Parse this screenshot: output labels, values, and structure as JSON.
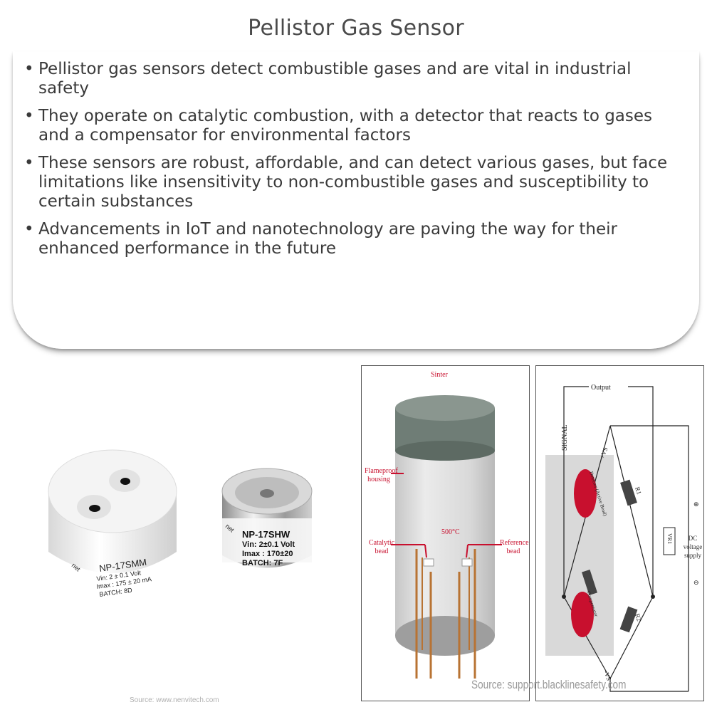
{
  "title": "Pellistor Gas Sensor",
  "bullets": [
    "Pellistor gas sensors detect combustible gases and are vital in industrial safety",
    "They operate on catalytic combustion, with a detector that reacts to gases and a compensator for environmental factors",
    "These sensors are robust, affordable, and can detect various gases, but face limitations like insensitivity to non-combustible gases and susceptibility to certain substances",
    "Advancements in IoT and nanotechnology are paving the way for their enhanced performance in the future"
  ],
  "bullet_marker": "•",
  "photo": {
    "sensor1": {
      "model": "NP-17SMM",
      "vin": "Vin: 2 ± 0.1 Volt",
      "imax": "Imax : 175 ± 20 mA",
      "batch": "BATCH: 8D",
      "logo": "net"
    },
    "sensor2": {
      "model": "NP-17SHW",
      "vin": "Vin: 2±0.1 Volt",
      "imax": "Imax : 170±20",
      "batch": "BATCH: 7F",
      "logo": "net"
    },
    "source": "Source: www.nenvitech.com"
  },
  "cutaway": {
    "sinter": "Sinter",
    "housing": "Flameproof housing",
    "temp": "500°C",
    "catalytic": "Catalytic bead",
    "reference": "Reference bead"
  },
  "circuit": {
    "output": "Output",
    "signal": "SIGNAL",
    "plus_vs": "+VS",
    "minus_vs": "-VS",
    "r1": "R1",
    "r2": "R2",
    "vr1": "VR1",
    "detector": "Detector (Active Bead)",
    "compensator": "Compensator",
    "supply": "DC voltage supply",
    "plus": "⊕",
    "minus": "⊖",
    "source": "Source: support.blacklinesafety.com"
  },
  "colors": {
    "red": "#c8102e",
    "gray": "#d9d9d9",
    "sinter": "#6f7d76"
  }
}
